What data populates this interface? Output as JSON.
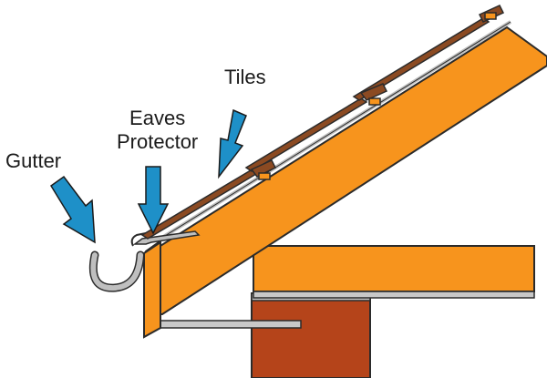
{
  "labels": {
    "tiles": "Tiles",
    "eaves_line1": "Eaves",
    "eaves_line2": "Protector",
    "gutter": "Gutter"
  },
  "colors": {
    "timber": "#F7941D",
    "timber_outline": "#2b2b2b",
    "tile": "#8B4A22",
    "wall": "#B5441A",
    "metal": "#BFBFBF",
    "arrow": "#1E90C8"
  }
}
